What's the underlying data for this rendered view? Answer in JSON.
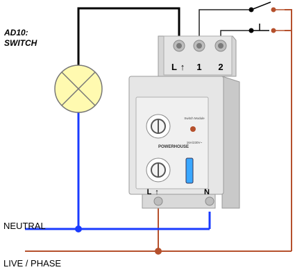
{
  "title_line1": "AD10:",
  "title_line2": "SWITCH",
  "bus_labels": {
    "neutral": "NEUTRAL",
    "live": "LIVE / PHASE"
  },
  "device": {
    "terminals_top": [
      "L",
      "1",
      "2"
    ],
    "terminals_bottom": [
      "L",
      "N"
    ],
    "brand": "POWERHOUSE",
    "indicator_label": "Switch Module",
    "rating": "16A/230V~",
    "knob_top": "time-delay-dial",
    "knob_bottom": "mode-dial"
  },
  "icons": {
    "lamp": "lamp-icon",
    "switch_upper": "switch-upper-icon",
    "switch_lower": "switch-lower-icon",
    "arrow": "up-arrow-icon"
  },
  "colors": {
    "live_wire": "#b5502c",
    "neutral_wire": "#1a3bff",
    "switch_wire": "#000000",
    "lamp_fill": "#fffab0",
    "device_body": "#e6e6e6"
  }
}
